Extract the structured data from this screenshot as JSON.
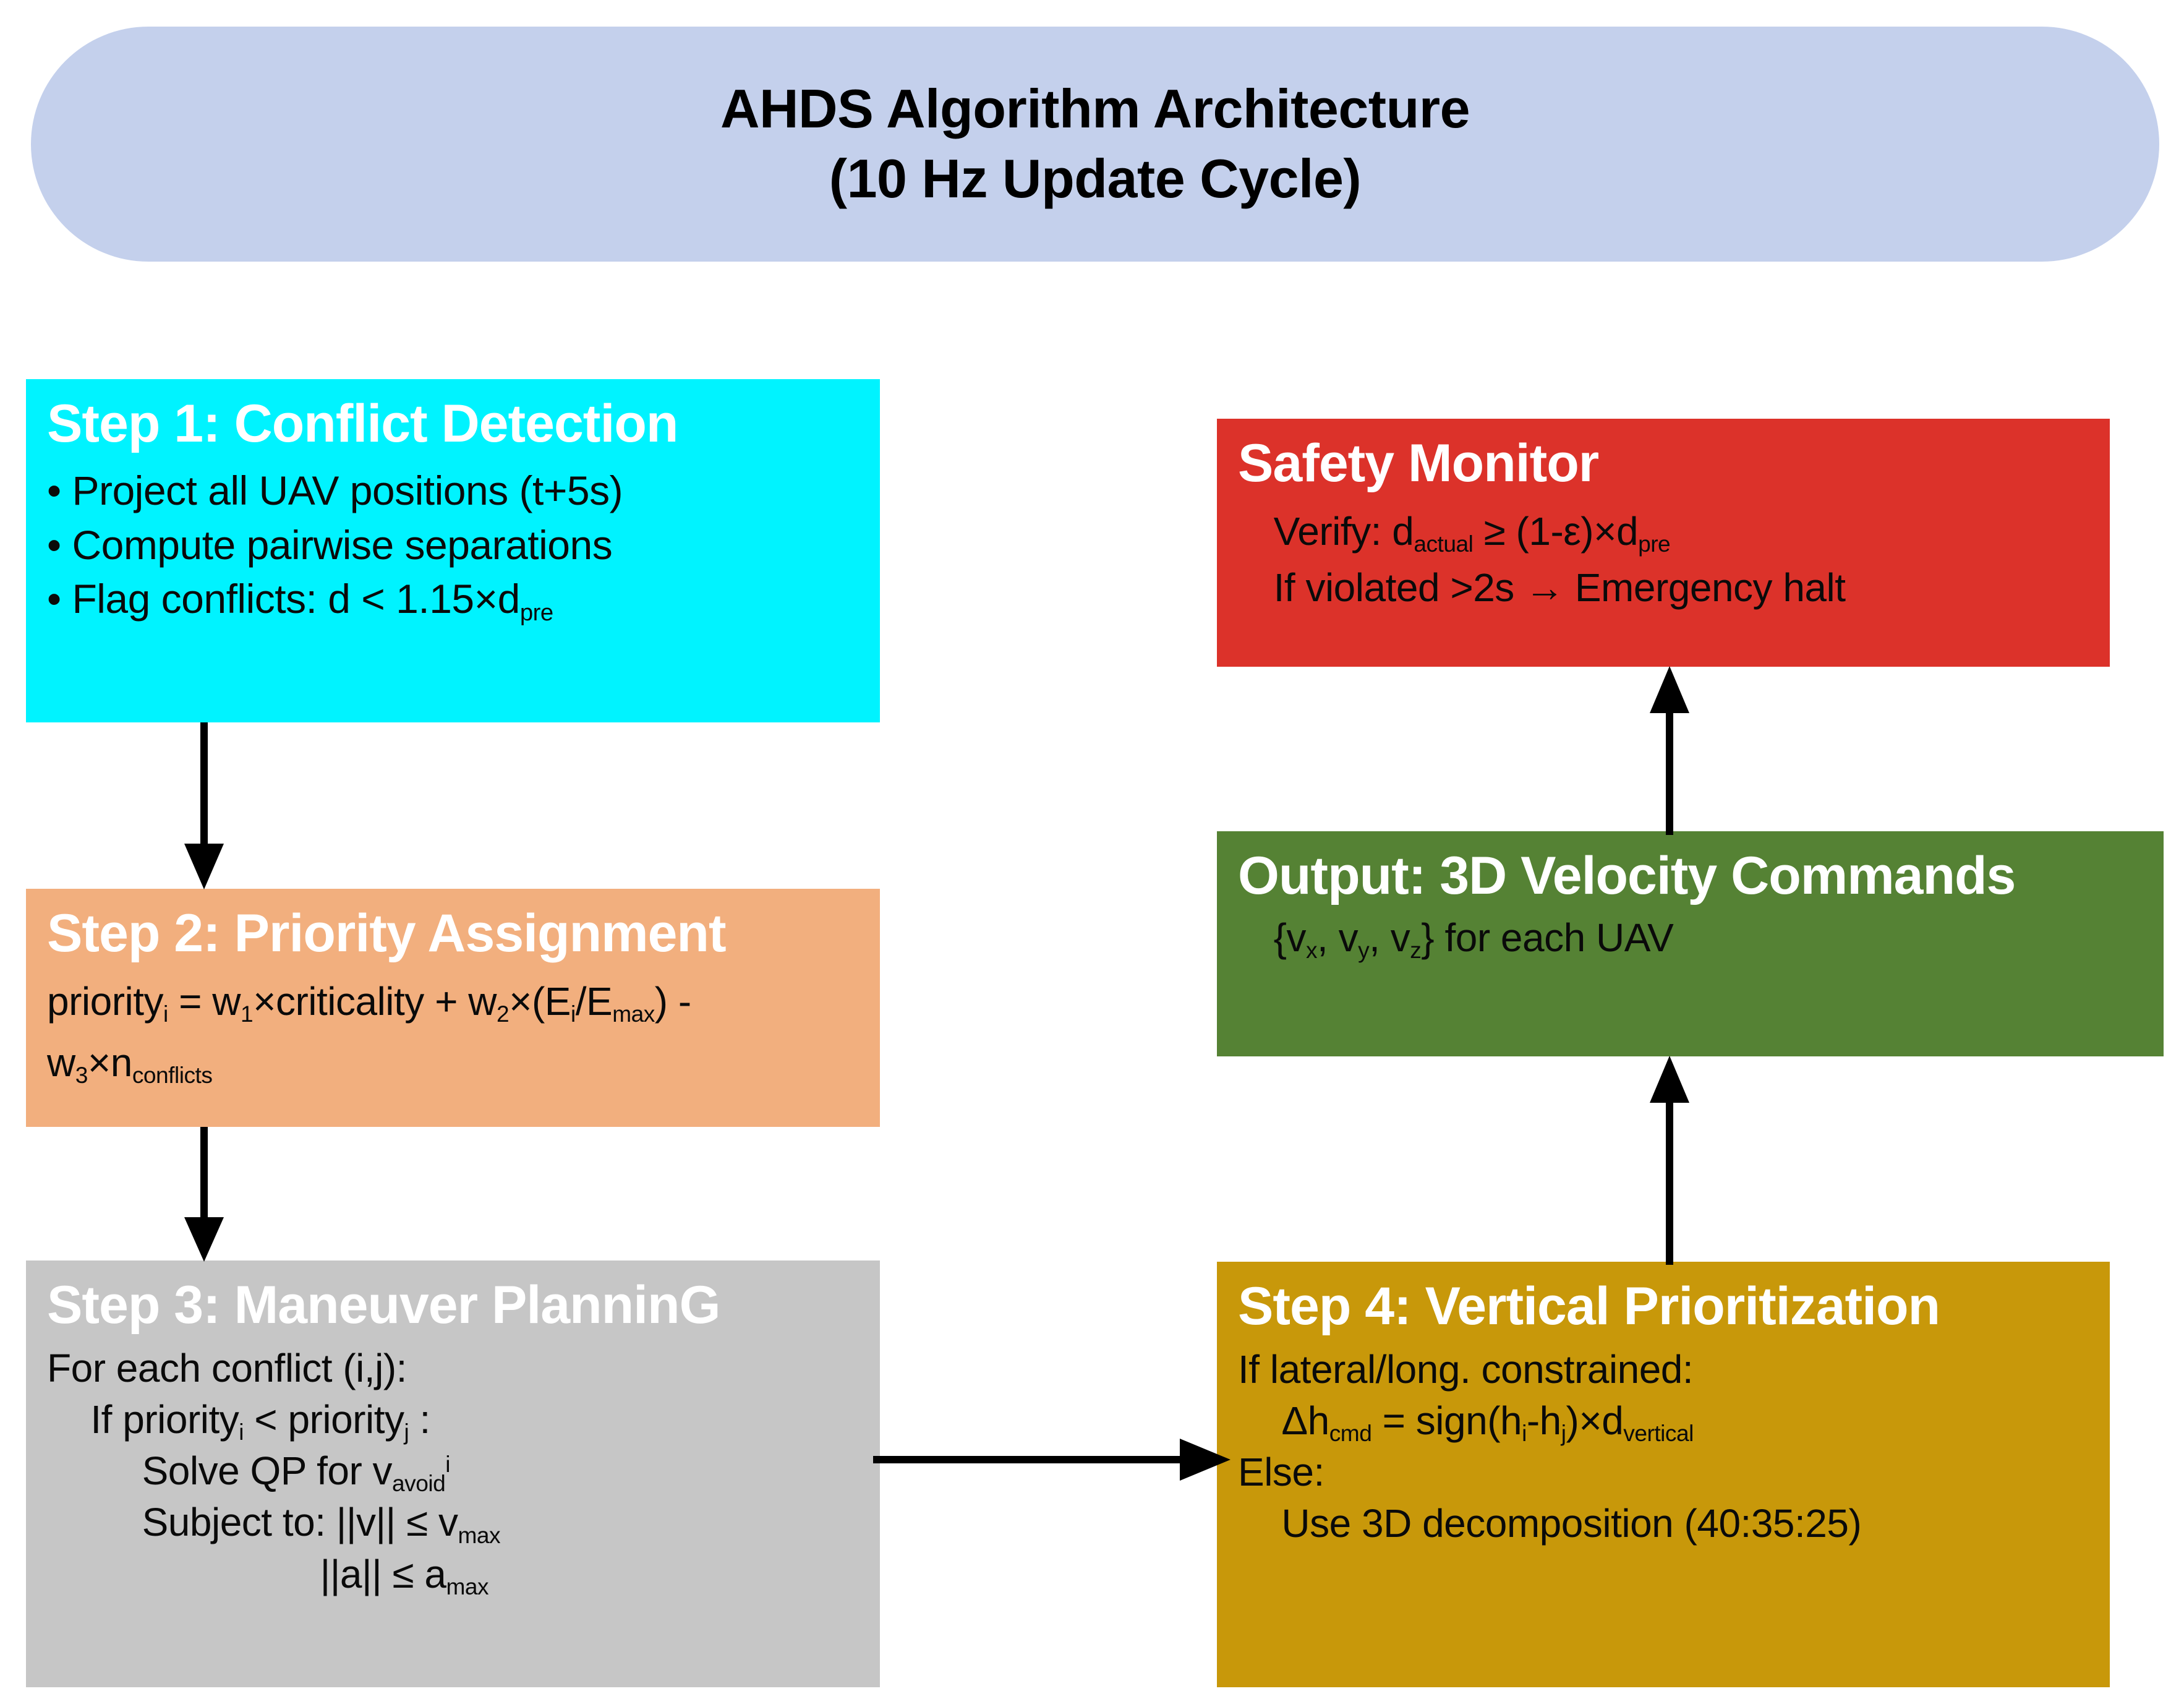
{
  "header": {
    "line1": "AHDS Algorithm Architecture",
    "line2": "(10 Hz Update Cycle)",
    "bg_color": "#C4D0EC"
  },
  "nodes": {
    "step1": {
      "title": "Step 1: Conflict Detection",
      "bg_color": "#00F3FF",
      "title_color": "#FFFFFF",
      "lines": [
        "• Project all UAV positions (t+5s)",
        "• Compute pairwise separations",
        "• Flag conflicts: d < 1.15×d",
        "pre"
      ]
    },
    "step2": {
      "title": "Step 2: Priority Assignment",
      "bg_color": "#F2AF7E",
      "title_color": "#FFFFFF",
      "formula_l1_a": "priority",
      "formula_l1_sub1": "i",
      "formula_l1_b": " = w",
      "formula_l1_sub2": "1",
      "formula_l1_c": "×criticality + w",
      "formula_l1_sub3": "2",
      "formula_l1_d": "×(E",
      "formula_l1_sub4": "i",
      "formula_l1_e": "/E",
      "formula_l1_sub5": "max",
      "formula_l1_f": ") -",
      "formula_l2_a": "w",
      "formula_l2_sub1": "3",
      "formula_l2_b": "×n",
      "formula_l2_sub2": "conflicts"
    },
    "step3": {
      "title": "Step 3: Maneuver PlanninG",
      "bg_color": "#C6C6C6",
      "title_color": "#FFFFFF",
      "l1": "For each conflict (i,j):",
      "l2_a": "If priority",
      "l2_sub1": "i",
      "l2_b": " < priority",
      "l2_sub2": "j",
      "l2_c": " :",
      "l3_a": "Solve QP for v",
      "l3_sub": "avoid",
      "l3_sup": "i",
      "l4_a": "Subject to: ||v|| ≤ v",
      "l4_sub": "max",
      "l5_a": "||a|| ≤ a",
      "l5_sub": "max"
    },
    "safety": {
      "title": "Safety Monitor",
      "bg_color": "#DC322A",
      "title_color": "#FFFFFF",
      "l1_a": "Verify: d",
      "l1_sub1": "actual",
      "l1_b": " ≥ (1-ε)×d",
      "l1_sub2": "pre",
      "l2": "If violated >2s → Emergency halt"
    },
    "output": {
      "title": "Output: 3D Velocity Commands",
      "bg_color": "#558234",
      "title_color": "#FFFFFF",
      "l1_a": "{v",
      "l1_sub1": "x",
      "l1_b": ", v",
      "l1_sub2": "y",
      "l1_c": ", v",
      "l1_sub3": "z",
      "l1_d": "} for each UAV"
    },
    "step4": {
      "title": "Step 4: Vertical Prioritization",
      "bg_color": "#C8980A",
      "title_color": "#FFFFFF",
      "l1": "If lateral/long. constrained:",
      "l2_a": "Δh",
      "l2_sub1": "cmd",
      "l2_b": " = sign(h",
      "l2_sub2": "i",
      "l2_c": "-h",
      "l2_sub3": "j",
      "l2_d": ")×d",
      "l2_sub4": "vertical",
      "l3": "Else:",
      "l4": "Use 3D decomposition (40:35:25)"
    }
  },
  "arrows": {
    "color": "#000000",
    "list": [
      {
        "name": "step1-to-step2",
        "direction": "down"
      },
      {
        "name": "step2-to-step3",
        "direction": "down"
      },
      {
        "name": "step3-to-step4",
        "direction": "right"
      },
      {
        "name": "step4-to-output",
        "direction": "up"
      },
      {
        "name": "output-to-safety-monitor",
        "direction": "up"
      }
    ]
  }
}
